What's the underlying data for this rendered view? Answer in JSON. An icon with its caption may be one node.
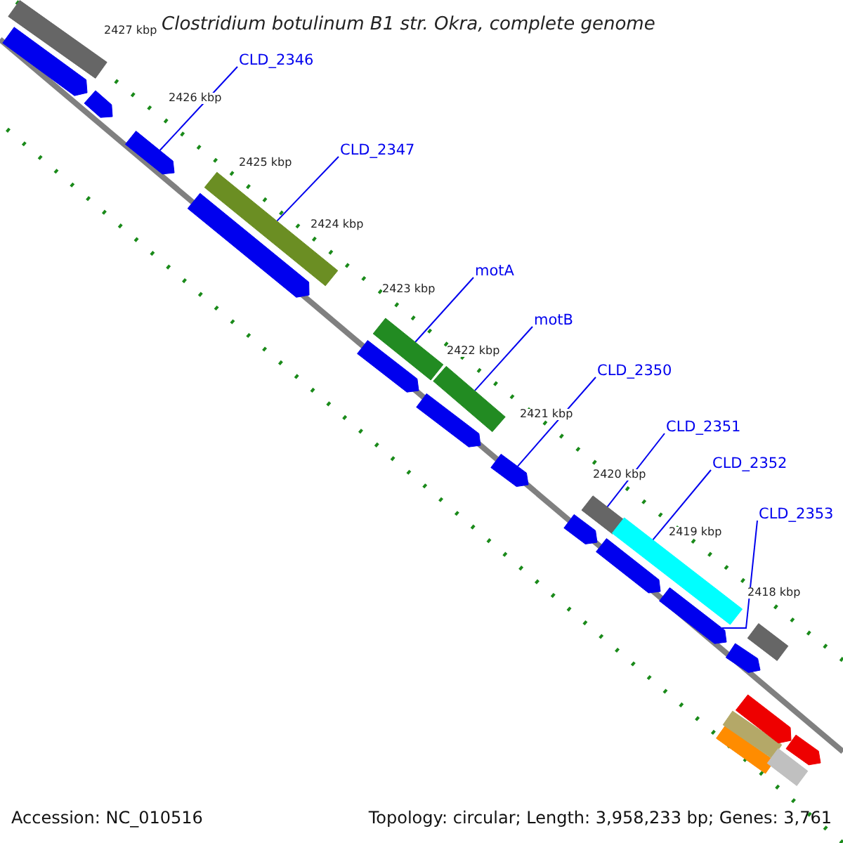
{
  "diagram": {
    "title": "Clostridium botulinum B1 str. Okra, complete genome",
    "nodes": [
      {
        "text": [
          "CLD_2346"
        ]
      },
      {
        "text": [
          "CLD_2347"
        ]
      },
      {
        "text": [
          "motA"
        ]
      },
      {
        "text": [
          "motB"
        ]
      },
      {
        "text": [
          "CLD_2350"
        ]
      },
      {
        "text": [
          "CLD_2351"
        ]
      },
      {
        "text": [
          "CLD_2352"
        ]
      },
      {
        "text": [
          "CLD_2353"
        ]
      },
      {
        "text": [],
        "shape": "bar"
      },
      {
        "text": [],
        "shape": "pentagon"
      },
      {
        "text": [],
        "shape": "pentagon"
      },
      {
        "text": [],
        "shape": "pentagon"
      },
      {
        "text": [],
        "shape": "pentagon"
      },
      {
        "text": [],
        "shape": "bar"
      },
      {
        "text": [],
        "shape": "pentagon"
      },
      {
        "text": [],
        "shape": "bar"
      },
      {
        "text": [],
        "shape": "pentagon"
      },
      {
        "text": [],
        "shape": "bar"
      },
      {
        "text": [],
        "shape": "pentagon"
      },
      {
        "text": [],
        "shape": "pentagon"
      },
      {
        "text": [],
        "shape": "bar"
      },
      {
        "text": [],
        "shape": "pentagon"
      },
      {
        "text": [],
        "shape": "bar"
      },
      {
        "text": [],
        "shape": "pentagon"
      },
      {
        "text": [],
        "shape": "pentagon"
      },
      {
        "text": [],
        "shape": "bar"
      },
      {
        "text": [],
        "shape": "bar"
      },
      {
        "text": [],
        "shape": "bar"
      },
      {
        "text": [],
        "shape": "pentagon"
      },
      {
        "text": [],
        "shape": "bar"
      },
      {
        "text": [],
        "shape": "pentagon"
      }
    ],
    "edges": [
      {
        "from": 0,
        "to": 11,
        "arrow": "none"
      },
      {
        "from": 1,
        "to": 13,
        "arrow": "none"
      },
      {
        "from": 2,
        "to": 15,
        "arrow": "none"
      },
      {
        "from": 3,
        "to": 17,
        "arrow": "none"
      },
      {
        "from": 4,
        "to": 18,
        "arrow": "none"
      },
      {
        "from": 5,
        "to": 20,
        "arrow": "none"
      },
      {
        "from": 6,
        "to": 22,
        "arrow": "none"
      },
      {
        "from": 7,
        "to": 23,
        "arrow": "none"
      }
    ],
    "labels": [
      "2427 kbp",
      "2426 kbp",
      "2425 kbp",
      "2424 kbp",
      "2423 kbp",
      "2422 kbp",
      "2421 kbp",
      "2420 kbp",
      "2419 kbp",
      "2418 kbp",
      "Accession: NC_010516",
      "Topology: circular; Length: 3,958,233 bp; Genes: 3,761"
    ]
  }
}
